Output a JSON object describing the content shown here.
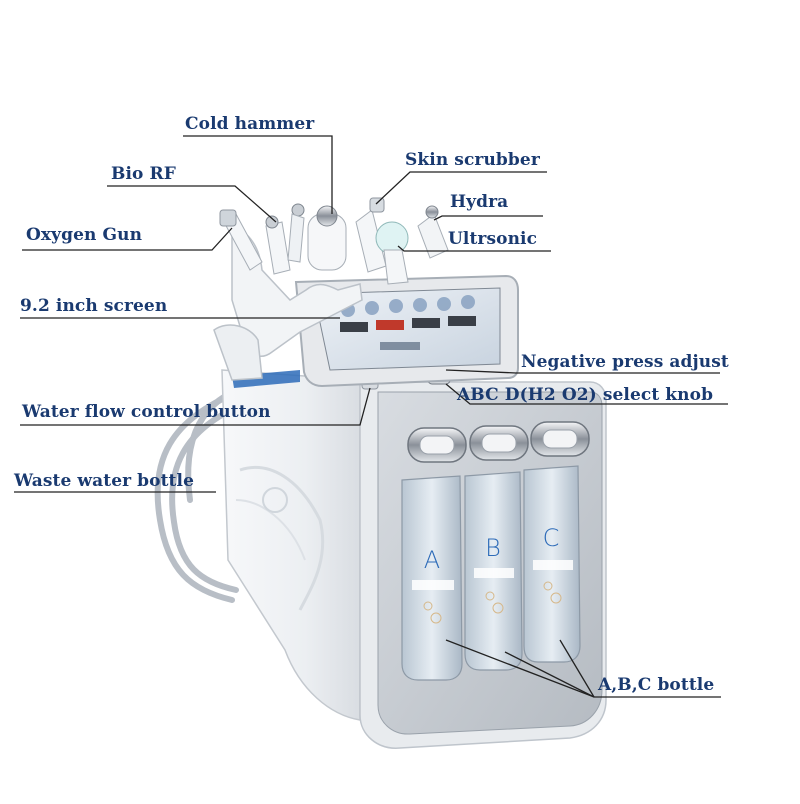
{
  "callouts": {
    "cold_hammer": "Cold hammer",
    "bio_rf": "Bio RF",
    "skin_scrubber": "Skin scrubber",
    "hydra": "Hydra",
    "oxygen_gun": "Oxygen Gun",
    "ultrasonic": "Ultrsonic",
    "screen": "9.2 inch screen",
    "negative_press": "Negative press adjust",
    "select_knob": "ABC D(H2 O2) select knob",
    "water_flow": "Water flow control button",
    "waste_bottle": "Waste water bottle",
    "abc_bottle": "A,B,C bottle"
  },
  "bottles": [
    "A",
    "B",
    "C"
  ],
  "colors": {
    "label": "#1a3a70",
    "leader": "#222222",
    "machine_body": "#eef1f4",
    "panel": "#c9ced4",
    "screen_frame": "#e4e6e9",
    "screen_display": "#dfe6ee",
    "accent_blue": "#2d6bb8",
    "bottle": "#cfd9e2"
  }
}
